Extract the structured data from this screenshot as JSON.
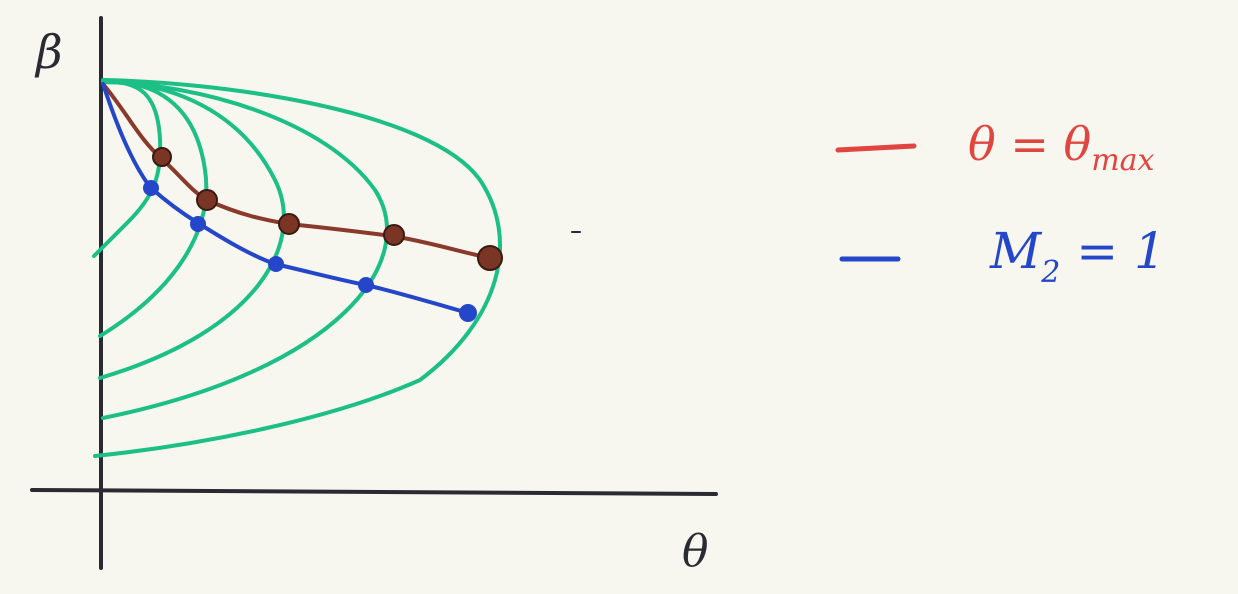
{
  "axes": {
    "y_label": "β",
    "x_label": "θ"
  },
  "legend": {
    "items": [
      {
        "text": "θ = θmax",
        "main": "θ = θ",
        "sub": "max",
        "color": "#e0463f"
      },
      {
        "text": "M2 = 1",
        "main": "M",
        "sub": "2",
        "rest": " = 1",
        "color": "#2347c8"
      }
    ]
  },
  "colors": {
    "ink": "#2a2a33",
    "curves": "#1cbf86",
    "theta_max": "#8a3a2a",
    "m2": "#2347c8"
  }
}
